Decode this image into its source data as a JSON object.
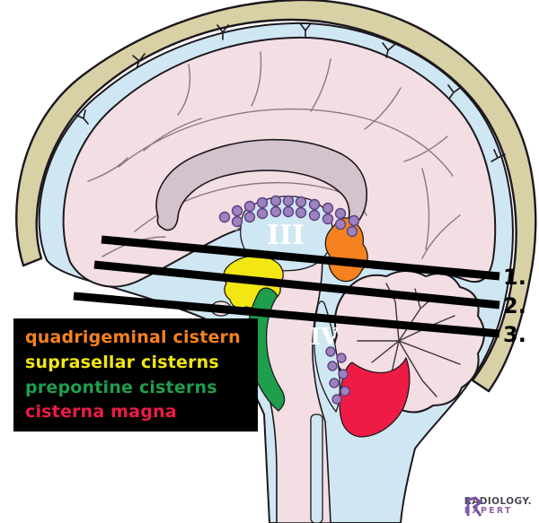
{
  "diagram": {
    "name": "Sagittal brain CSF cisterns diagram",
    "ventricle_labels": {
      "third": "III",
      "fourth": "IV"
    },
    "level_lines": [
      {
        "label": "1."
      },
      {
        "label": "2."
      },
      {
        "label": "3."
      }
    ]
  },
  "legend": {
    "items": [
      {
        "label": "quadrigeminal cistern",
        "color": "#f5821f"
      },
      {
        "label": "suprasellar cisterns",
        "color": "#f2e713"
      },
      {
        "label": "prepontine cisterns",
        "color": "#1f9e4c"
      },
      {
        "label": "cisterna magna",
        "color": "#ee1b45"
      }
    ]
  },
  "branding": {
    "primary": "RADIOLOGY.",
    "secondary": "EXPERT",
    "icon_color": "#7d52a0",
    "primary_color": "#4a4a52",
    "secondary_color": "#9063ad"
  },
  "palette": {
    "skull": "#d8d1a5",
    "csf": "#cfe7f2",
    "brain": "#f2dee3",
    "corpus_callosum": "#d4c2cc",
    "choroid_plexus": "#9e82bd",
    "level_line": "#000000",
    "ventricle_label": "#ffffff",
    "number_label": "#000000"
  }
}
